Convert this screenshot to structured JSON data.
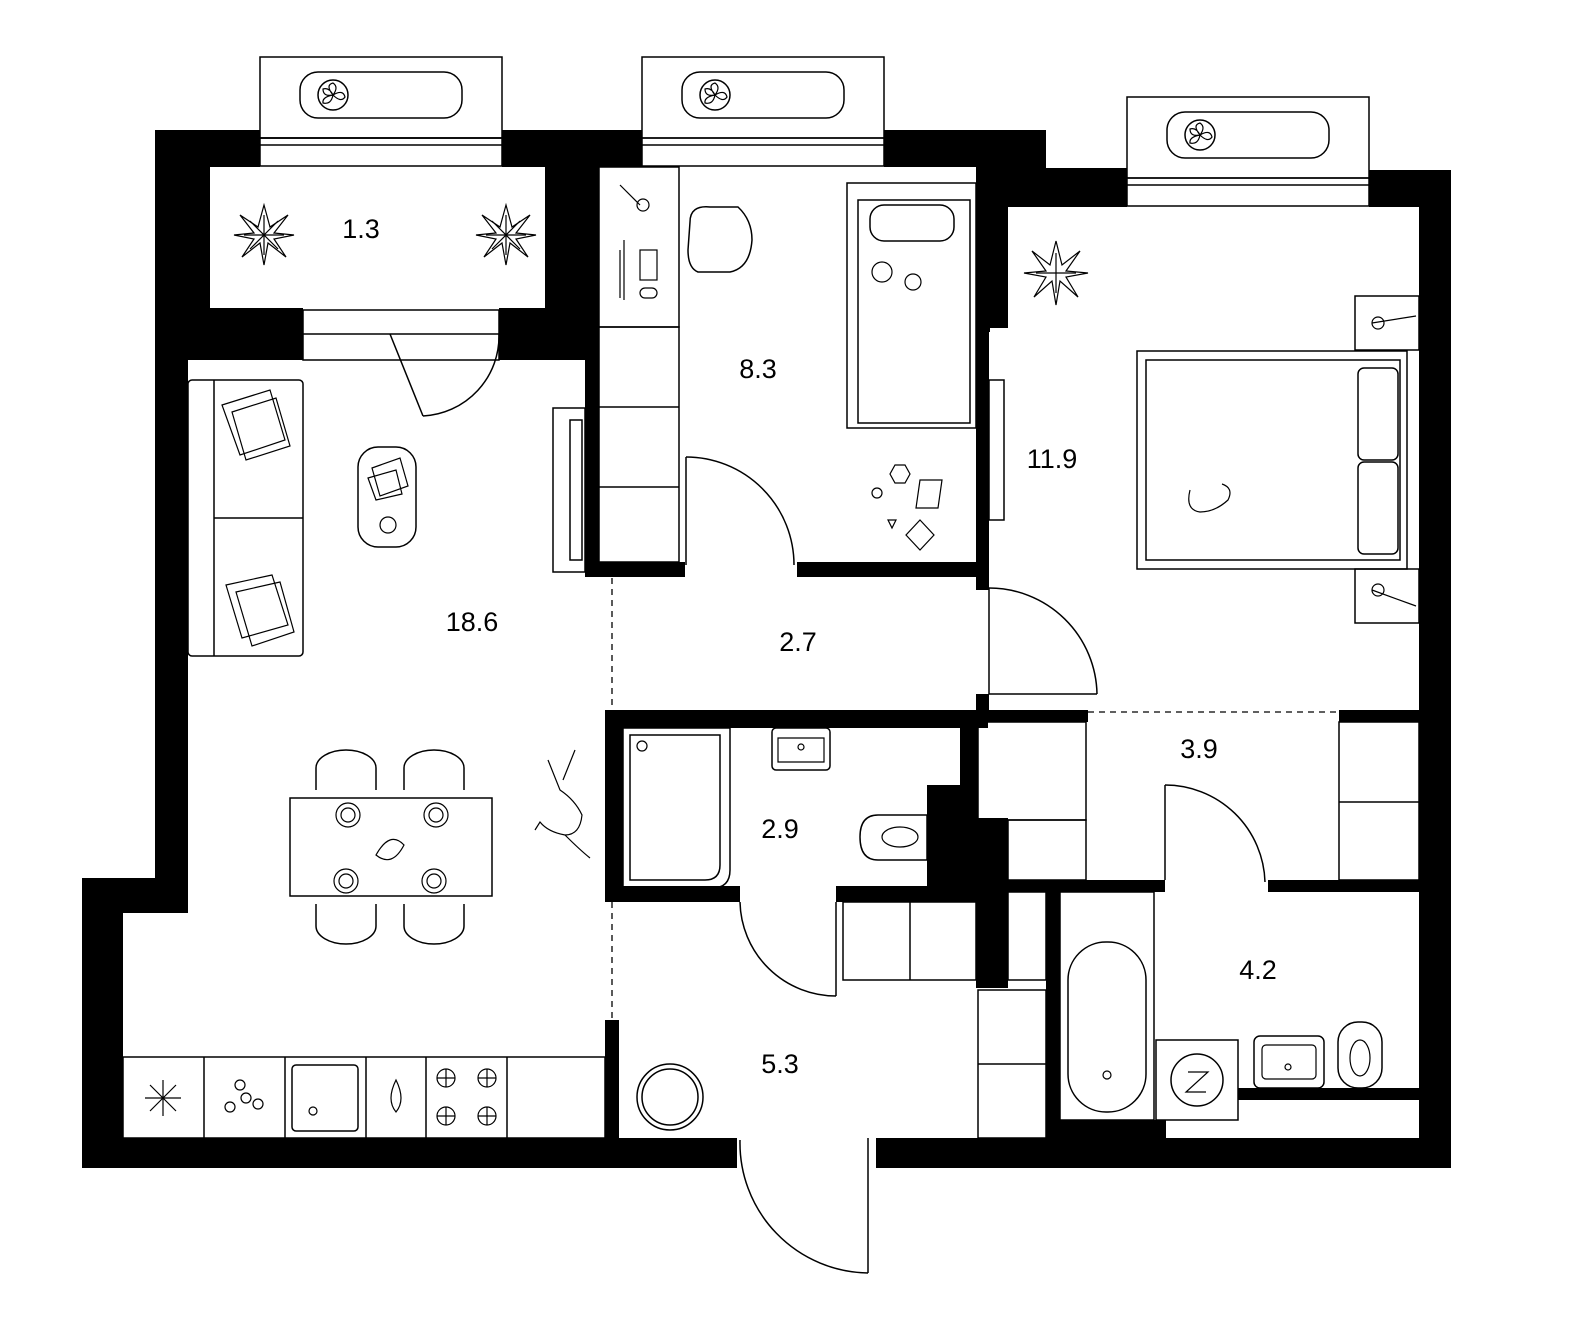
{
  "rooms": [
    {
      "id": "balcony",
      "area": "1.3"
    },
    {
      "id": "living-kitchen",
      "area": "18.6"
    },
    {
      "id": "kids-room",
      "area": "8.3"
    },
    {
      "id": "corridor",
      "area": "2.7"
    },
    {
      "id": "bedroom",
      "area": "11.9"
    },
    {
      "id": "wardrobe-hall",
      "area": "3.9"
    },
    {
      "id": "bathroom",
      "area": "2.9"
    },
    {
      "id": "hallway",
      "area": "5.3"
    },
    {
      "id": "bathroom-2",
      "area": "4.2"
    }
  ]
}
